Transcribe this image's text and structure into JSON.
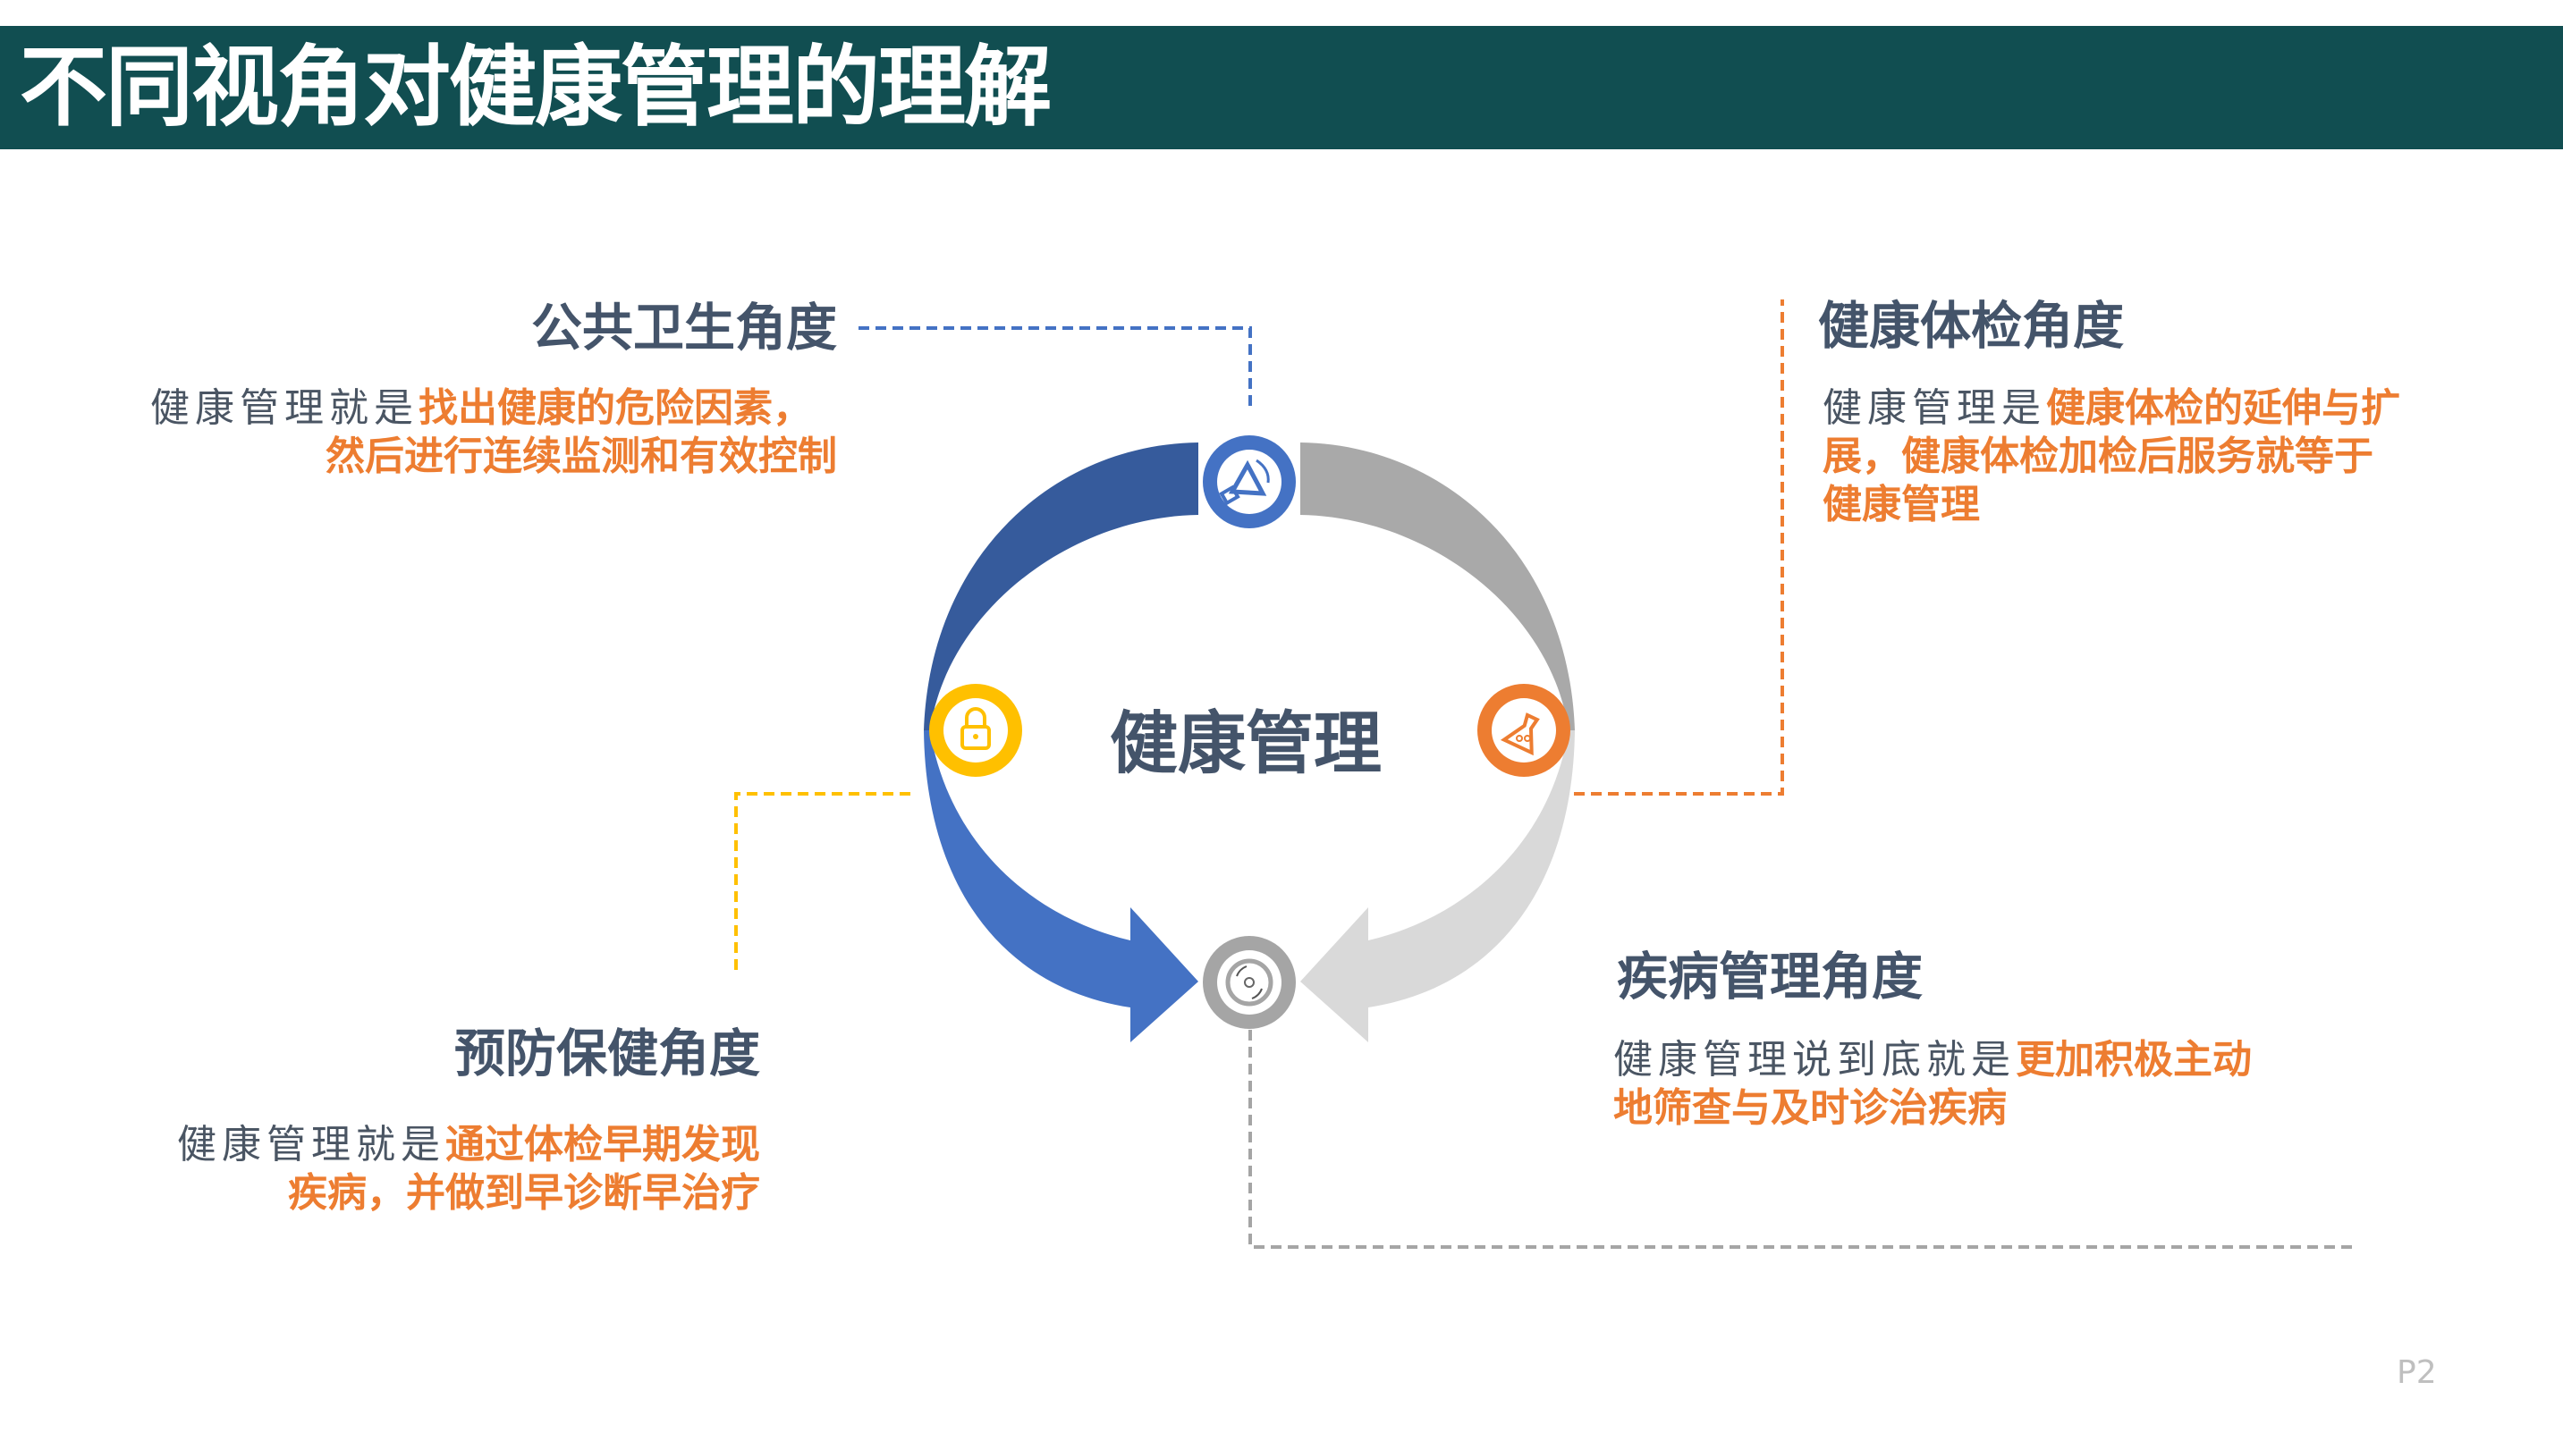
{
  "title": "不同视角对健康管理的理解",
  "center_label": "健康管理",
  "colors": {
    "header_bg": "#114E51",
    "accent_orange": "#ED7D31",
    "blue_dark": "#365B9C",
    "blue": "#4472C4",
    "gray": "#A9A9A9",
    "light_gray": "#D9D9D9",
    "yellow": "#FFC000"
  },
  "perspectives": {
    "public_health": {
      "heading": "公共卫生角度",
      "icon": "megaphone-icon",
      "lines": [
        {
          "gray": "健康管理就是",
          "orange": "找出健康的危险因素，"
        },
        {
          "gray": "",
          "orange": "然后进行连续监测和有效控制"
        }
      ]
    },
    "checkup": {
      "heading": "健康体检角度",
      "icon": "flask-icon",
      "lines": [
        {
          "gray": "健康管理是",
          "orange": "健康体检的延伸与扩"
        },
        {
          "gray": "",
          "orange": "展，健康体检加检后服务就等于"
        },
        {
          "gray": "",
          "orange": "健康管理"
        }
      ]
    },
    "prevention": {
      "heading": "预防保健角度",
      "icon": "lock-icon",
      "lines": [
        {
          "gray": "健康管理就是",
          "orange": "通过体检早期发现"
        },
        {
          "gray": "",
          "orange": "疾病，并做到早诊断早治疗"
        }
      ]
    },
    "disease": {
      "heading": "疾病管理角度",
      "icon": "disc-icon",
      "lines": [
        {
          "gray": "健康管理说到底就是",
          "orange": "更加积极主动"
        },
        {
          "gray": "",
          "orange": "地筛查与及时诊治疾病"
        }
      ]
    }
  },
  "page_number": "P2"
}
